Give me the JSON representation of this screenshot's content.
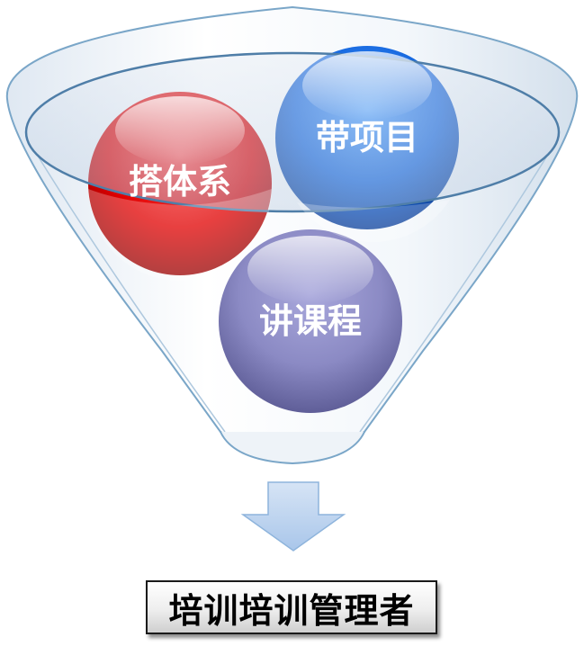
{
  "diagram": {
    "type": "funnel",
    "inputs": [
      {
        "label": "搭体系",
        "color": "#e00000"
      },
      {
        "label": "带项目",
        "color": "#1a6fe0"
      },
      {
        "label": "讲课程",
        "color": "#8b8ac4"
      }
    ],
    "output": {
      "label": "培训培训管理者"
    },
    "colors": {
      "funnel_stroke": "#7aa6c8",
      "funnel_rim_fill": "#c7d5e6",
      "arrow_fill": "#c6d9f1",
      "arrow_stroke": "#8eb4dc"
    }
  }
}
